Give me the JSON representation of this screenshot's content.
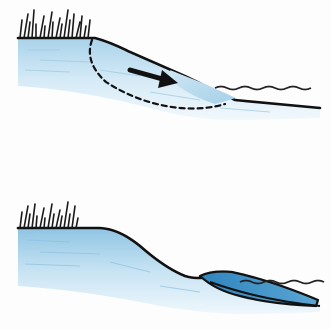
{
  "diagram": {
    "panels": [
      {
        "id": "before",
        "elements": [
          "vegetation",
          "soil-slope",
          "slip-surface",
          "movement-arrow",
          "slump-block",
          "water-line"
        ]
      },
      {
        "id": "after",
        "elements": [
          "vegetation",
          "soil-slope",
          "deposited-slump",
          "water-line"
        ]
      }
    ]
  },
  "colors": {
    "soil_fill": "#cfe6f3",
    "soil_fill_dark": "#9fcbe4",
    "deposit_fill": "#3d8fc4",
    "outline": "#111111",
    "grass": "#1a1a1a",
    "water": "#222222",
    "background": "#fdfdfd"
  },
  "icons": {
    "arrow": "right-arrow",
    "vegetation": "grass-tuft"
  }
}
